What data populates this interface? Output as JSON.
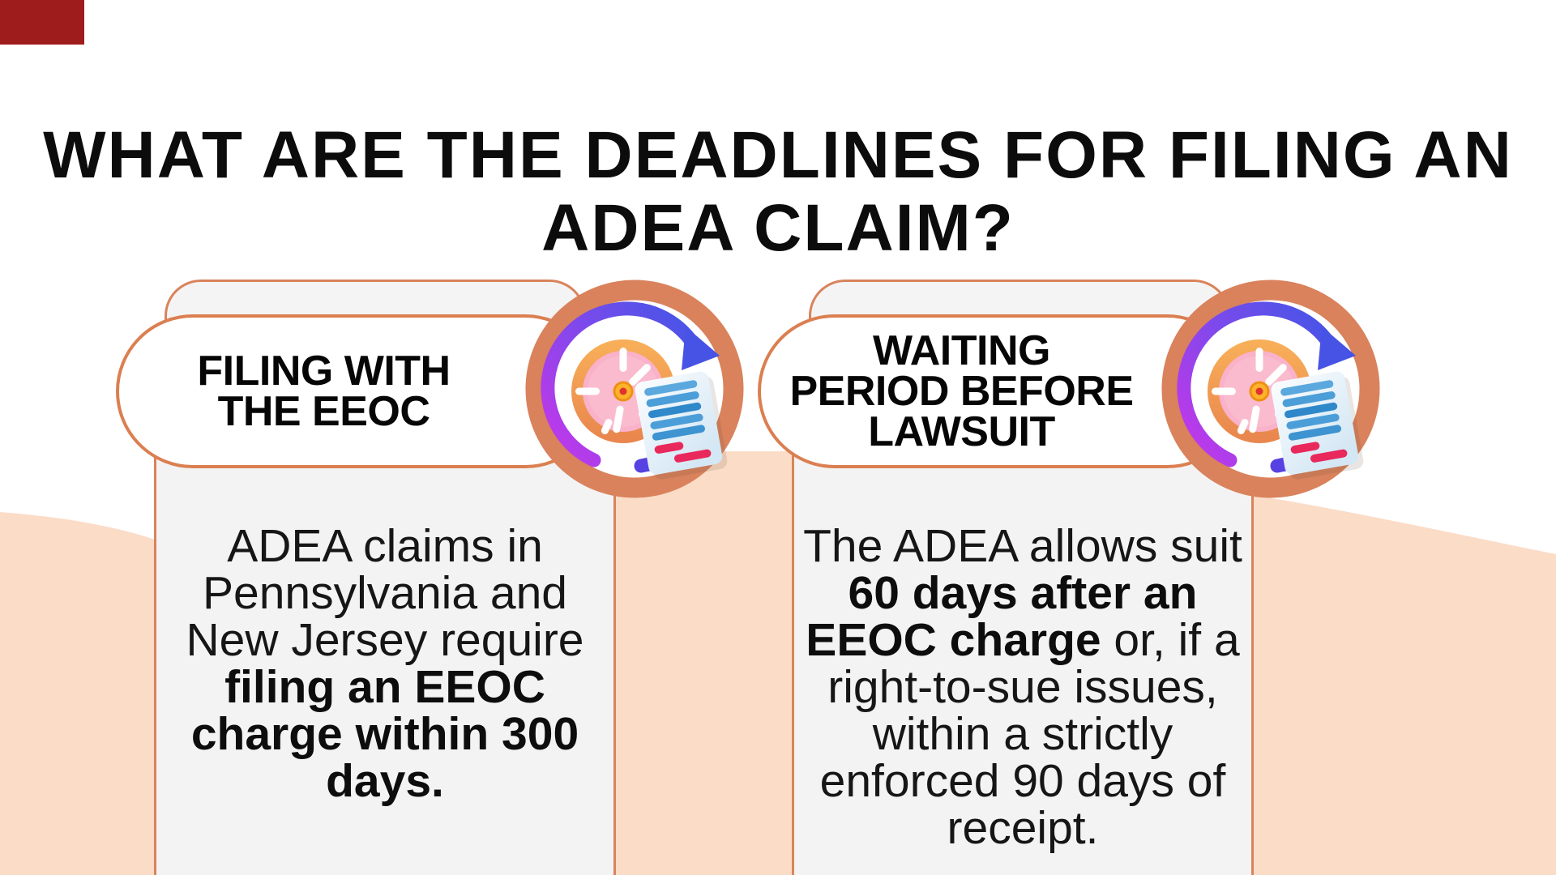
{
  "title": {
    "lines": [
      "WHAT ARE THE DEADLINES FOR FILING AN",
      "ADEA CLAIM?"
    ]
  },
  "corner_mark": {
    "color": "#9E1C1C"
  },
  "colors": {
    "corner_red": "#9E1C1C",
    "accent_orange": "#D9835C",
    "pill_border": "#DB7F51",
    "peach_background": "#FBDCC7",
    "card_gray": "#F4F3F3",
    "strip_gray": "#F5F4F4",
    "arrow_purple": "#C238E9",
    "arrow_blue": "#4655E6",
    "clock_pink": "#F9B2C9",
    "clock_rim_orange": "#F2A04E",
    "doc_stripe_blue": "#4C9ED9",
    "doc_stripe_red": "#E9285C",
    "hub_yellow": "#FBB32B"
  },
  "cards": [
    {
      "icon": "clock-rotation-document-icon",
      "title_lines": [
        "FILING WITH",
        "THE EEOC"
      ],
      "body_segments": [
        {
          "text": "ADEA claims in Pennsylvania and New Jersey require ",
          "bold": false
        },
        {
          "text": "filing an EEOC charge within 300 days.",
          "bold": true
        }
      ]
    },
    {
      "icon": "clock-rotation-document-icon",
      "title_lines": [
        "WAITING",
        "PERIOD BEFORE",
        "LAWSUIT"
      ],
      "body_segments": [
        {
          "text": "The ADEA allows suit ",
          "bold": false
        },
        {
          "text": "60 days after an EEOC charge",
          "bold": true
        },
        {
          "text": " or, if a right-to-sue issues, within a strictly enforced 90 days of receipt.",
          "bold": false
        }
      ]
    }
  ]
}
